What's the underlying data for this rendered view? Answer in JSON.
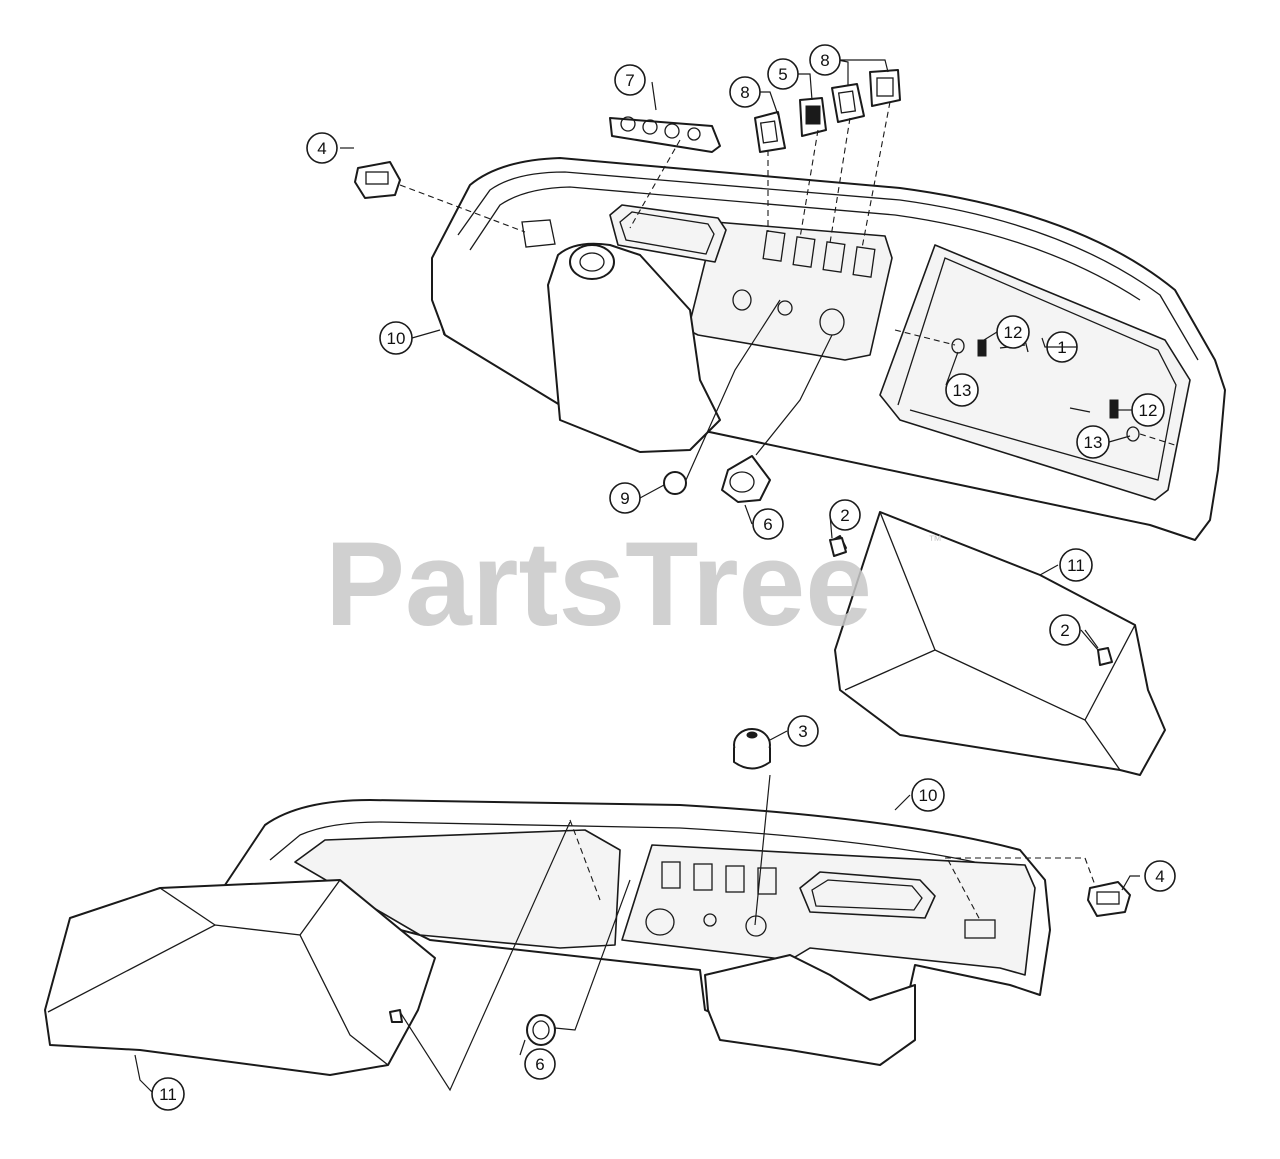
{
  "watermark": {
    "text": "PartsTree",
    "trademark": "™"
  },
  "callouts": [
    {
      "id": "c-1",
      "label": "1"
    },
    {
      "id": "c-2a",
      "label": "2"
    },
    {
      "id": "c-2b",
      "label": "2"
    },
    {
      "id": "c-3",
      "label": "3"
    },
    {
      "id": "c-4a",
      "label": "4"
    },
    {
      "id": "c-4b",
      "label": "4"
    },
    {
      "id": "c-5",
      "label": "5"
    },
    {
      "id": "c-6a",
      "label": "6"
    },
    {
      "id": "c-6b",
      "label": "6"
    },
    {
      "id": "c-7",
      "label": "7"
    },
    {
      "id": "c-8a",
      "label": "8"
    },
    {
      "id": "c-8b",
      "label": "8"
    },
    {
      "id": "c-9",
      "label": "9"
    },
    {
      "id": "c-10a",
      "label": "10"
    },
    {
      "id": "c-10b",
      "label": "10"
    },
    {
      "id": "c-11a",
      "label": "11"
    },
    {
      "id": "c-11b",
      "label": "11"
    },
    {
      "id": "c-12a",
      "label": "12"
    },
    {
      "id": "c-12b",
      "label": "12"
    },
    {
      "id": "c-13a",
      "label": "13"
    },
    {
      "id": "c-13b",
      "label": "13"
    }
  ]
}
